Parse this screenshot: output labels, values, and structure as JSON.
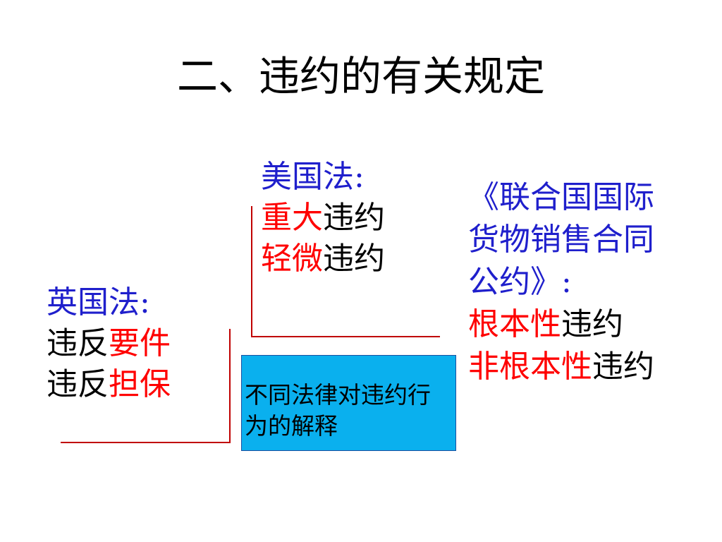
{
  "title": "二、违约的有关规定",
  "us_law": {
    "heading": "美国法:",
    "lines": [
      {
        "red": "重大",
        "black": "违约"
      },
      {
        "red": "轻微",
        "black": "违约"
      }
    ]
  },
  "uk_law": {
    "heading": "英国法:",
    "lines": [
      {
        "black": "违反",
        "red": "要件"
      },
      {
        "black": "违反",
        "red": "担保"
      }
    ]
  },
  "cisg": {
    "heading_lines": [
      "《联合国国际",
      "货物销售合同",
      "公约》:"
    ],
    "lines": [
      {
        "red": "根本性",
        "black": "违约"
      },
      {
        "red": "非根本性",
        "black": "违约"
      }
    ]
  },
  "note": {
    "text": "不同法律对违约行为的解释"
  },
  "colors": {
    "heading_blue": "#1f1fcc",
    "emphasis_red": "#ff0000",
    "bracket_red": "#c00000",
    "note_box_bg": "#0ab0ee"
  }
}
